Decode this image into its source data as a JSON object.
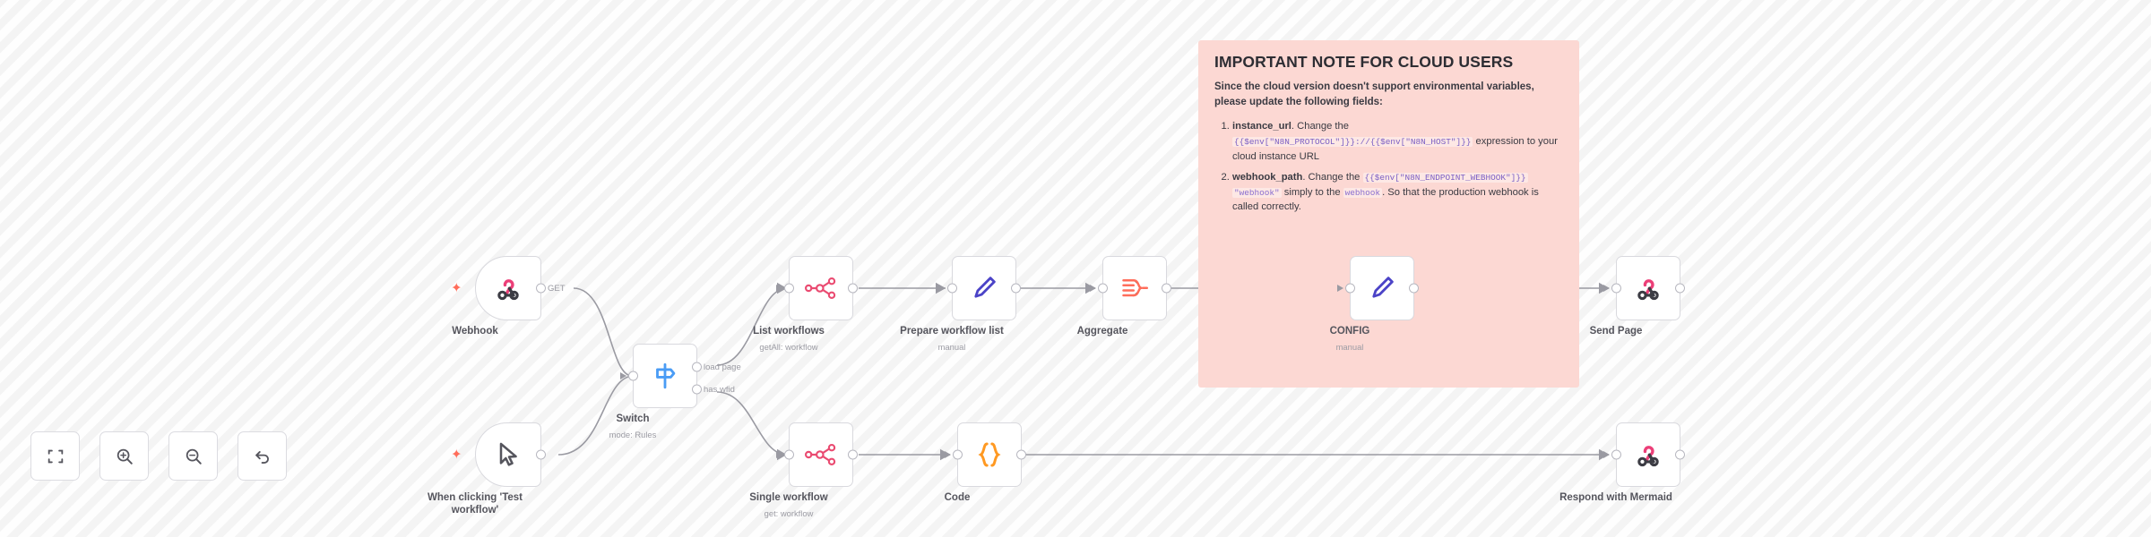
{
  "app": {
    "name": "n8n-workflow-canvas"
  },
  "sticky_note": {
    "title": "IMPORTANT NOTE FOR CLOUD USERS",
    "intro": "Since the cloud version doesn't support environmental variables, please update the following fields:",
    "items": [
      {
        "field": "instance_url",
        "text_before": ". Change the",
        "code": "{{$env[\"N8N_PROTOCOL\"]}}://{{$env[\"N8N_HOST\"]}}",
        "text_after": "expression to your cloud instance URL"
      },
      {
        "field": "webhook_path",
        "text_before": ". Change the",
        "code": "{{$env[\"N8N_ENDPOINT_WEBHOOK\"]}}",
        "code2": "\"webhook\"",
        "text_mid": "simply to the",
        "code3": "webhook",
        "text_after": ". So that the production webhook is called correctly."
      }
    ],
    "color": "#fcd8d3"
  },
  "nodes": {
    "webhook": {
      "label": "Webhook",
      "subtitle": "",
      "icon": "webhook-icon",
      "output_label": "GET"
    },
    "switch": {
      "label": "Switch",
      "subtitle": "mode: Rules",
      "icon": "signpost-icon",
      "output_label_1": "load page",
      "output_label_2": "has wfid"
    },
    "list_wf": {
      "label": "List workflows",
      "subtitle": "getAll: workflow",
      "icon": "n8n-api-icon"
    },
    "prepare": {
      "label": "Prepare workflow list",
      "subtitle": "manual",
      "icon": "pencil-icon"
    },
    "aggregate": {
      "label": "Aggregate",
      "subtitle": "",
      "icon": "aggregate-icon"
    },
    "config": {
      "label": "CONFIG",
      "subtitle": "manual",
      "icon": "pencil-icon"
    },
    "send_page": {
      "label": "Send Page",
      "subtitle": "",
      "icon": "webhook-icon"
    },
    "manual_trigger": {
      "label": "When clicking 'Test workflow'",
      "subtitle": "",
      "icon": "cursor-icon"
    },
    "single_wf": {
      "label": "Single workflow",
      "subtitle": "get: workflow",
      "icon": "n8n-api-icon"
    },
    "code": {
      "label": "Code",
      "subtitle": "",
      "icon": "curly-braces-icon"
    },
    "respond": {
      "label": "Respond with Mermaid",
      "subtitle": "",
      "icon": "webhook-icon"
    }
  },
  "toolbar": {
    "buttons": [
      {
        "name": "zoom-to-fit",
        "icon": "fit-screen-icon"
      },
      {
        "name": "zoom-in",
        "icon": "zoom-in-icon"
      },
      {
        "name": "zoom-out",
        "icon": "zoom-out-icon"
      },
      {
        "name": "reset-zoom",
        "icon": "undo-arrow-icon"
      }
    ]
  },
  "colors": {
    "sticky": "#fcd8d3",
    "trigger_accent": "#ff6d5a",
    "edge": "#9a9aa2",
    "code_orange": "#ff9922",
    "aggregate_red": "#ff6d5a",
    "set_blue": "#4b43c7",
    "switch_blue": "#4a9cf5",
    "webhook_pink": "#ec3f78"
  }
}
